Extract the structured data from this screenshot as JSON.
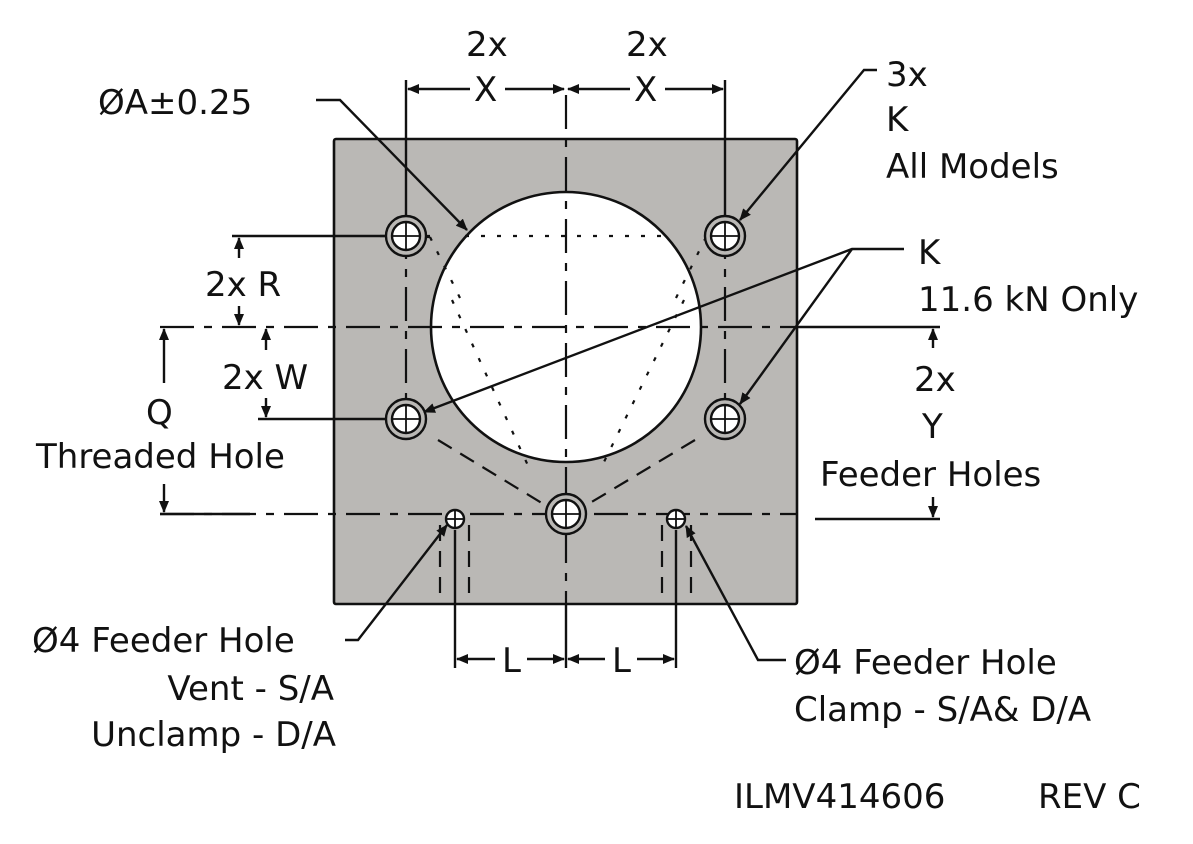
{
  "drawing": {
    "title": "Mounting plate hole pattern",
    "plate_color": "#bab8b5",
    "line_color": "#111111"
  },
  "labels": {
    "bore_dia": "ØA±0.25",
    "x_left_count": "2x",
    "x_left": "X",
    "x_right_count": "2x",
    "x_right": "X",
    "k_all_count": "3x",
    "k_all": "K",
    "k_all_note": "All Models",
    "k_116": "K",
    "k_116_note": "11.6 kN Only",
    "r_dim": "2x R",
    "w_dim": "2x W",
    "q_dim": "Q",
    "q_note": "Threaded Hole",
    "y_count": "2x",
    "y_dim": "Y",
    "y_note": "Feeder Holes",
    "feeder_left_1": "Ø4 Feeder Hole",
    "feeder_left_2": "Vent - S/A",
    "feeder_left_3": "Unclamp - D/A",
    "feeder_right_1": "Ø4 Feeder Hole",
    "feeder_right_2": "Clamp - S/A& D/A",
    "l_left": "L",
    "l_right": "L"
  },
  "title_block": {
    "drawing_number": "ILMV414606",
    "revision": "REV C"
  }
}
